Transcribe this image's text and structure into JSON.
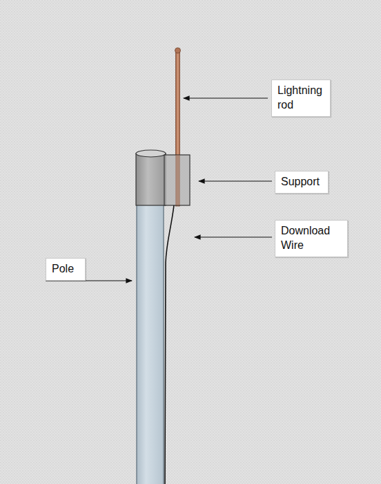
{
  "diagram": {
    "nodes": [
      {
        "text": [
          "Lightning rod"
        ]
      },
      {
        "text": [
          "Support"
        ]
      },
      {
        "text": [
          "Download Wire"
        ]
      },
      {
        "text": [
          "Pole"
        ]
      }
    ]
  }
}
